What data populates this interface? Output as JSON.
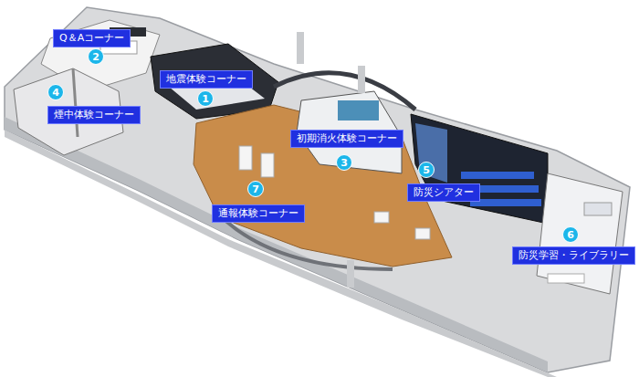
{
  "diagram": {
    "nodes": [
      {
        "text": [
          "2"
        ]
      },
      {
        "text": [
          "Q＆Aコーナー"
        ]
      },
      {
        "text": [
          "1"
        ]
      },
      {
        "text": [
          "地震体験コーナー"
        ]
      },
      {
        "text": [
          "4"
        ]
      },
      {
        "text": [
          "煙中体験コーナー"
        ]
      },
      {
        "text": [
          "初期消火体験コーナー"
        ]
      },
      {
        "text": [
          "3"
        ]
      },
      {
        "text": [
          "5"
        ]
      },
      {
        "text": [
          "防災シアター"
        ]
      },
      {
        "text": [
          "7"
        ]
      },
      {
        "text": [
          "通報体験コーナー"
        ]
      },
      {
        "text": [
          "6"
        ]
      },
      {
        "text": [
          "防災学習・ライブラリー"
        ]
      }
    ]
  }
}
